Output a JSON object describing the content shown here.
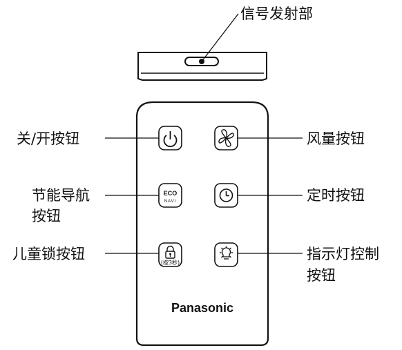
{
  "labels": {
    "signal_emitter": "信号发射部",
    "power": "关/开按钮",
    "fan_speed": "风量按钮",
    "eco_navi_line1": "节能导航",
    "eco_navi_line2": "按钮",
    "timer": "定时按钮",
    "child_lock": "儿童锁按钮",
    "indicator_line1": "指示灯控制",
    "indicator_line2": "按钮"
  },
  "buttons": {
    "eco_text": "ECO",
    "navi_text": "NAVI",
    "lock_hint": "(按3秒)"
  },
  "brand": "Panasonic",
  "icons": [
    "power-icon",
    "fan-icon",
    "eco-navi-icon",
    "clock-icon",
    "lock-icon",
    "light-bulb-icon"
  ]
}
